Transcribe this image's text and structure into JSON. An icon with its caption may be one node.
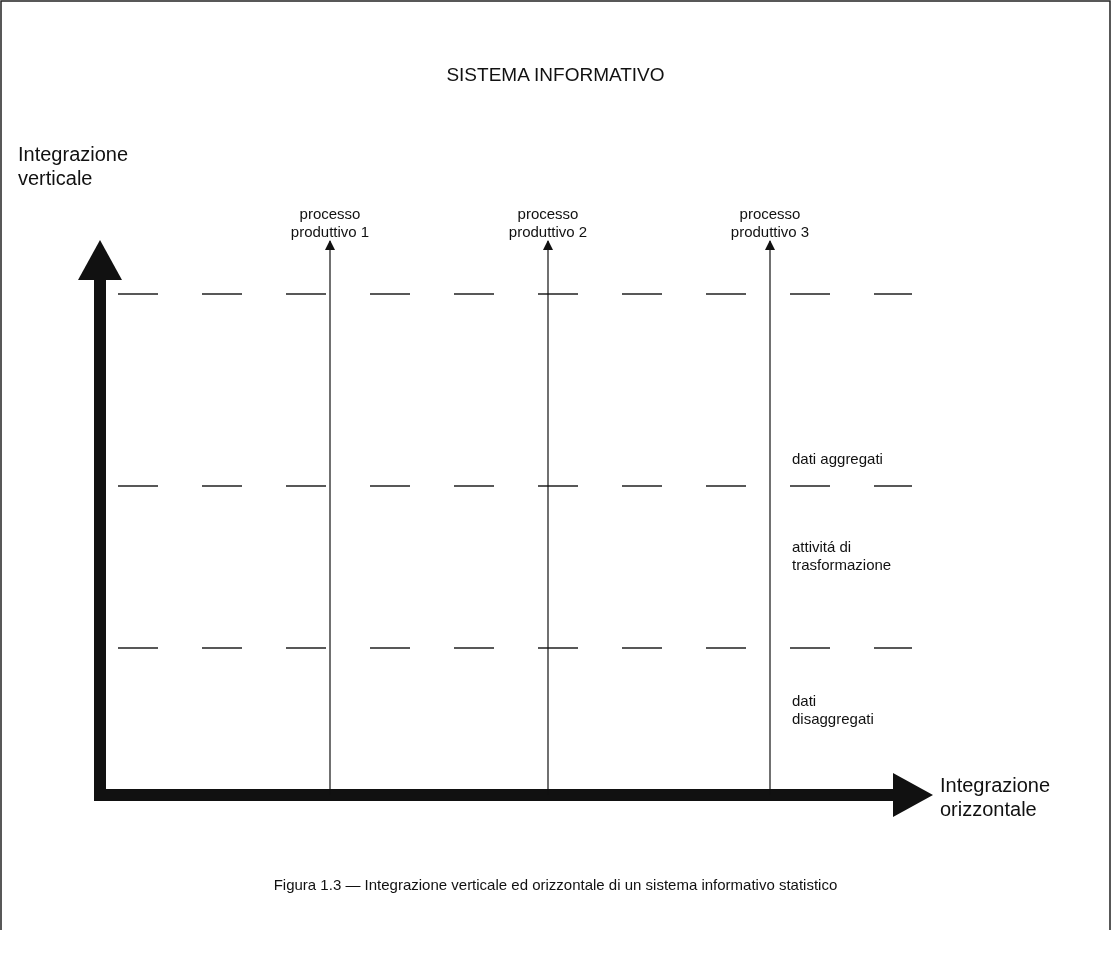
{
  "diagram": {
    "title": "SISTEMA INFORMATIVO",
    "caption": "Figura 1.3 — Integrazione verticale ed orizzontale di un sistema informativo statistico",
    "nodes": [
      {
        "text": [
          "processo produttivo 1"
        ]
      },
      {
        "text": [
          "processo produttivo 2"
        ]
      },
      {
        "text": [
          "processo produttivo 3"
        ]
      }
    ],
    "edges": [
      {
        "from": null,
        "to": 0,
        "arrow": "to"
      },
      {
        "from": null,
        "to": 1,
        "arrow": "to"
      },
      {
        "from": null,
        "to": 2,
        "arrow": "to"
      }
    ],
    "labels": [
      "Integrazione verticale",
      "dati aggregati",
      "attivitá di trasformazione",
      "dati disaggregati",
      "Integrazione orizzontale"
    ]
  }
}
